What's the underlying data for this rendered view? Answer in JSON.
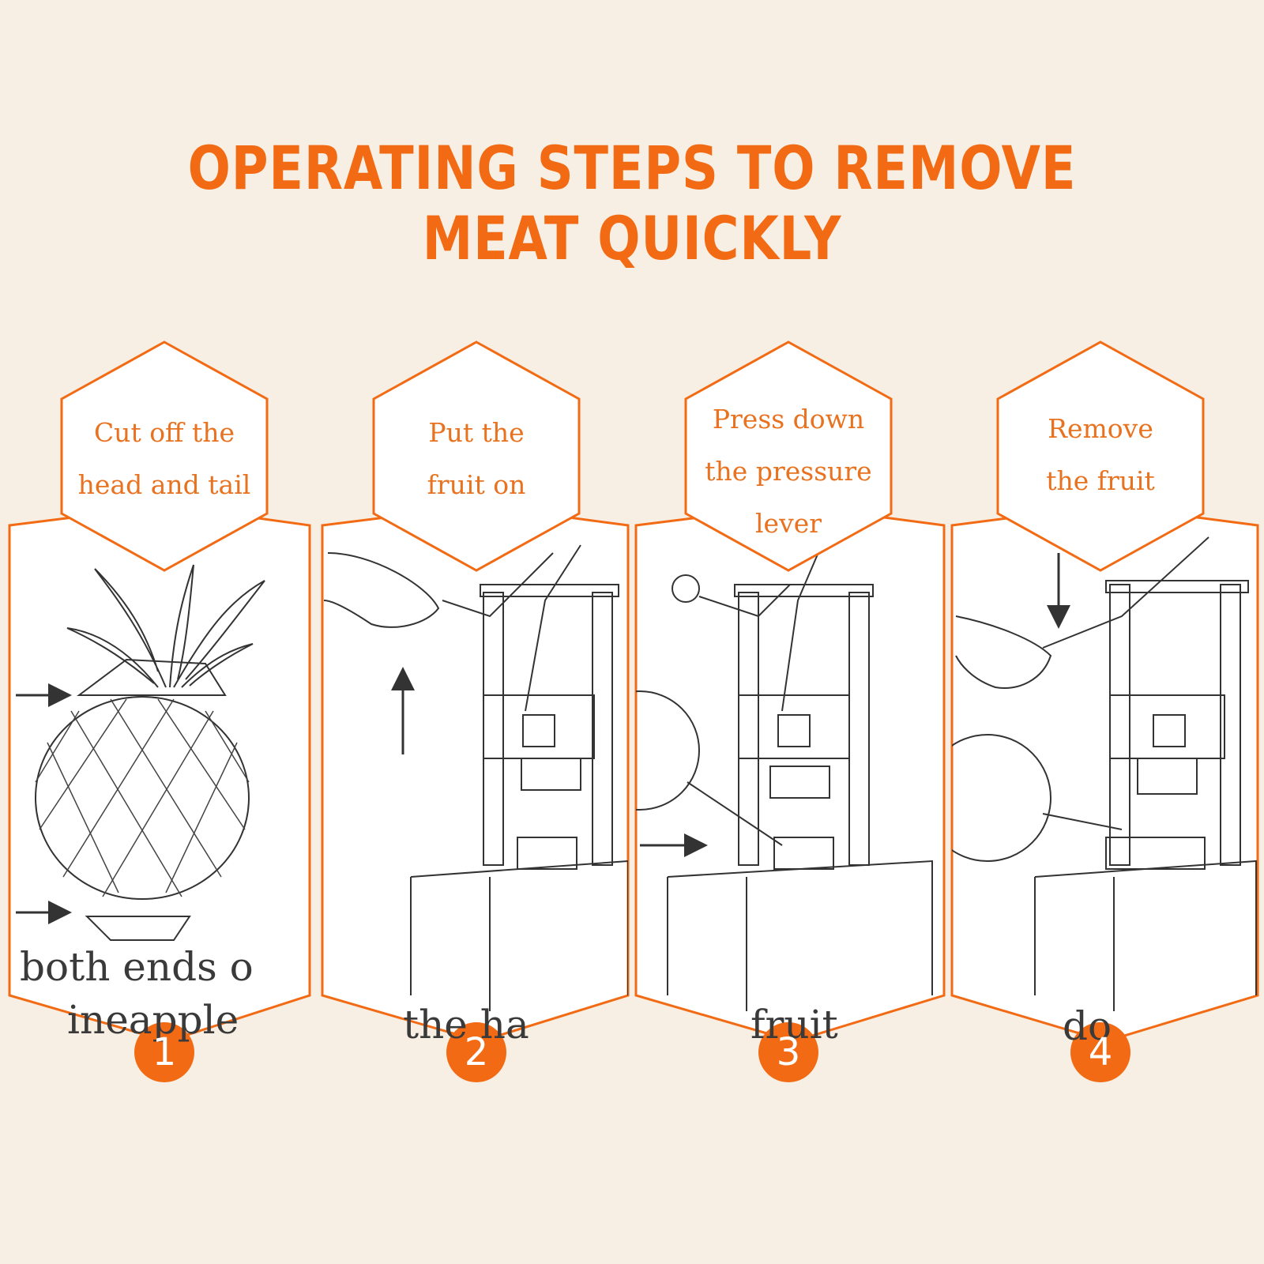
{
  "headline": "OPERATING STEPS TO REMOVE MEAT QUICKLY",
  "colors": {
    "accent": "#f26b14",
    "background": "#f7efe3",
    "panel": "#ffffff",
    "line": "#333333"
  },
  "steps": [
    {
      "number": "1",
      "lines": [
        "Cut off the",
        "head and tail"
      ],
      "illustration": "pineapple-with-arrows",
      "background_text": [
        "both ends o",
        "ineapple"
      ]
    },
    {
      "number": "2",
      "lines": [
        "Put the",
        "fruit on"
      ],
      "illustration": "peeler-machine-hand-on-handle",
      "background_text": [
        "the ha"
      ]
    },
    {
      "number": "3",
      "lines": [
        "Press down",
        "the pressure",
        "lever"
      ],
      "illustration": "peeler-machine-with-magnifier",
      "background_text": [
        "fruit"
      ]
    },
    {
      "number": "4",
      "lines": [
        "Remove",
        "the fruit"
      ],
      "illustration": "peeler-machine-hand-and-magnifier",
      "background_text": [
        "do"
      ]
    }
  ]
}
